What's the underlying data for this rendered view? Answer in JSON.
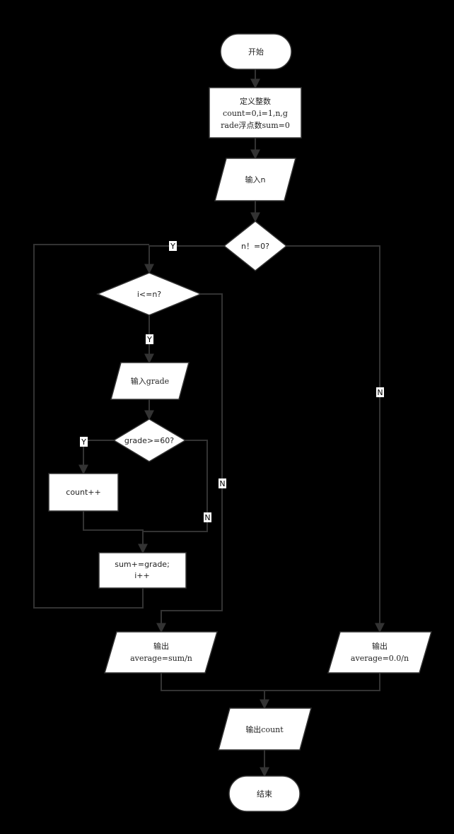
{
  "colors": {
    "background": "#000000",
    "shape_fill": "#ffffff",
    "line": "#333333",
    "text": "#222222"
  },
  "nodes": {
    "start": "开始",
    "define": [
      "定义整数",
      "count=0,i=1,n,g",
      "rade浮点数sum=0"
    ],
    "input_n": "输入n",
    "n_check": "n！=0?",
    "i_check": "i<=n?",
    "input_grade": "输入grade",
    "grade_check": "grade>=60?",
    "count_inc": "count++",
    "sum_inc": [
      "sum+=grade;",
      "i++"
    ],
    "output_avg": [
      "输出",
      "average=sum/n"
    ],
    "output_zero": [
      "输出",
      "average=0.0/n"
    ],
    "output_count": "输出count",
    "end": "结束"
  },
  "labels": {
    "yes": "Y",
    "no": "N"
  }
}
